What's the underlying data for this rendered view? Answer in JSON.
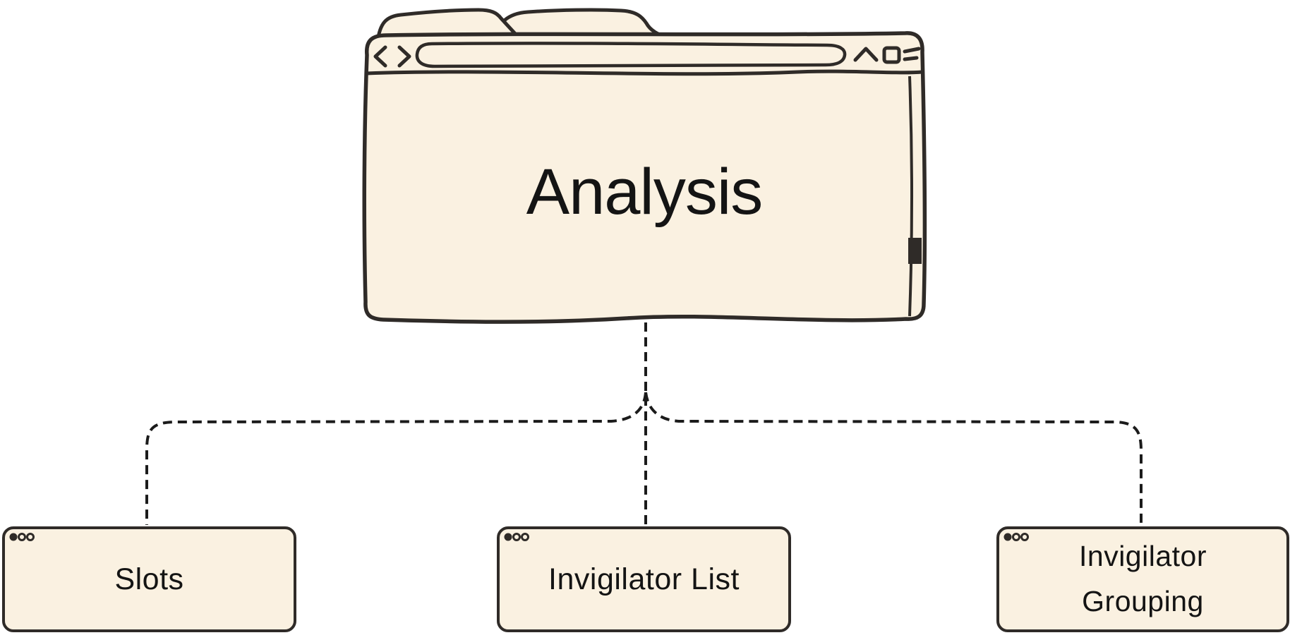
{
  "colors": {
    "background": "#ffffff",
    "node_fill": "#faf1e1",
    "node_stroke": "#2f2b28",
    "connector": "#1b1b1b",
    "text": "#141414"
  },
  "root_node": {
    "label": "Analysis",
    "type": "browser-window",
    "chrome_icons": [
      "back-icon",
      "forward-icon",
      "address-bar",
      "chevron-up-icon",
      "stop-square-icon",
      "menu-icon",
      "scrollbar"
    ]
  },
  "child_nodes": [
    {
      "label": "Slots"
    },
    {
      "label": "Invigilator List"
    },
    {
      "label": "Invigilator Grouping"
    }
  ],
  "connector_style": "dashed"
}
